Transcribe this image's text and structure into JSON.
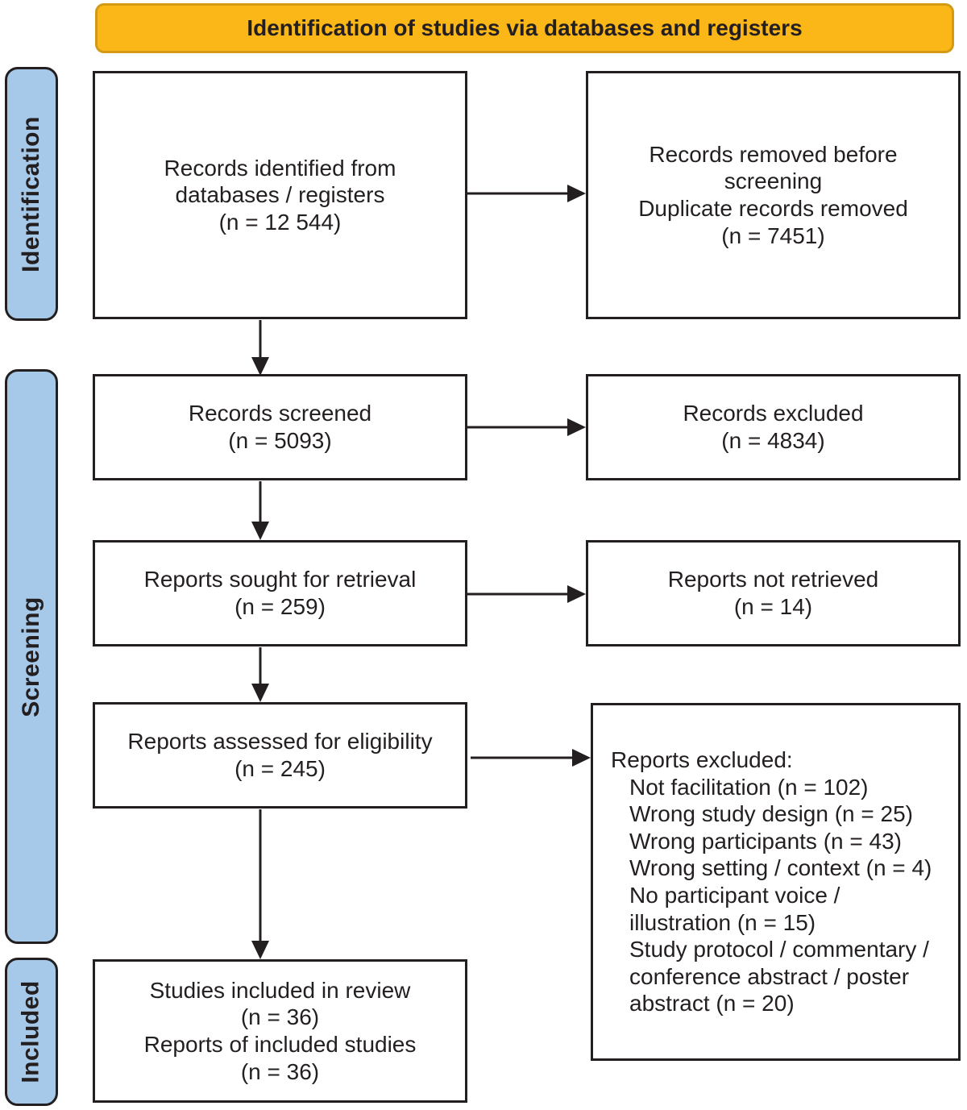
{
  "title": "Identification of studies via databases and registers",
  "stages": {
    "identification": "Identification",
    "screening": "Screening",
    "included": "Included"
  },
  "boxes": {
    "records_identified": "Records identified from\ndatabases / registers\n(n = 12 544)",
    "records_removed": "Records removed before\nscreening\nDuplicate records removed\n(n = 7451)",
    "records_screened": "Records screened\n(n = 5093)",
    "records_excluded": "Records excluded\n(n = 4834)",
    "reports_sought": "Reports sought for retrieval\n(n = 259)",
    "reports_not_retrieved": "Reports not retrieved\n(n = 14)",
    "reports_assessed": "Reports assessed for eligibility\n(n = 245)",
    "reports_excluded": {
      "title": "Reports excluded:",
      "items": [
        "Not facilitation (n = 102)",
        "Wrong study design (n = 25)",
        "Wrong participants (n = 43)",
        "Wrong setting / context (n = 4)",
        "No participant voice /\nillustration (n = 15)",
        "Study protocol / commentary /\nconference abstract / poster\nabstract (n = 20)"
      ]
    },
    "studies_included": "Studies included in review\n(n = 36)\nReports of included studies\n(n = 36)"
  },
  "colors": {
    "banner-fill": "#fbb618",
    "banner-border": "#d39a15",
    "stage-fill": "#a7c9e9",
    "ink": "#231f20",
    "box-bg": "#ffffff"
  }
}
